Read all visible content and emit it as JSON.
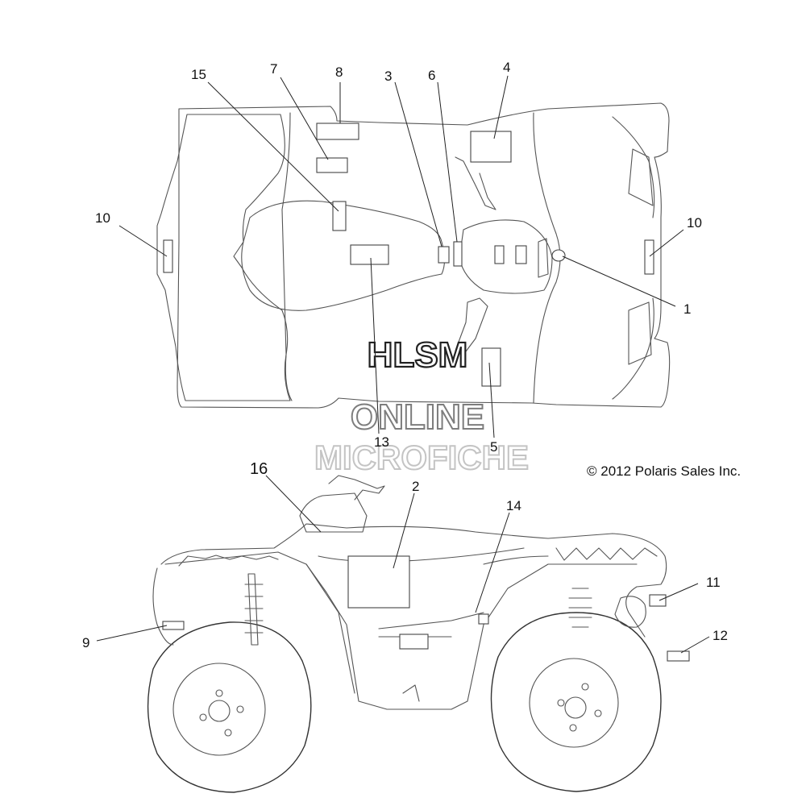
{
  "callouts": {
    "c1": "1",
    "c2": "2",
    "c3": "3",
    "c4": "4",
    "c5": "5",
    "c6": "6",
    "c7": "7",
    "c8": "8",
    "c9": "9",
    "c10a": "10",
    "c10b": "10",
    "c11": "11",
    "c12": "12",
    "c13": "13",
    "c14": "14",
    "c15": "15",
    "c16": "16"
  },
  "copyright": "© 2012 Polaris Sales Inc.",
  "watermark": {
    "line1": "HLSM",
    "line2": "ONLINE",
    "line3": "MICROFICHE"
  }
}
